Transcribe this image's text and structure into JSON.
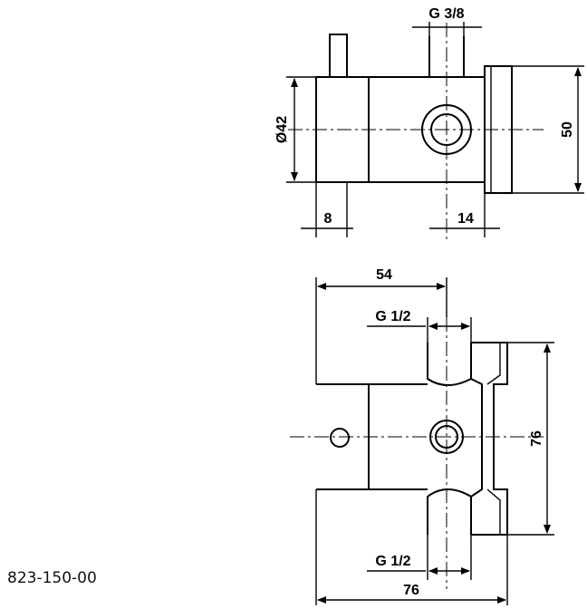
{
  "labels": {
    "top_port": "G 3/8",
    "diameter": "Ø42",
    "height_top": "50",
    "width_left": "8",
    "width_right": "14",
    "width_54": "54",
    "port_upper": "G 1/2",
    "port_lower": "G 1/2",
    "height_bottom": "76",
    "width_bottom": "76"
  },
  "part_number": "823-150-00"
}
